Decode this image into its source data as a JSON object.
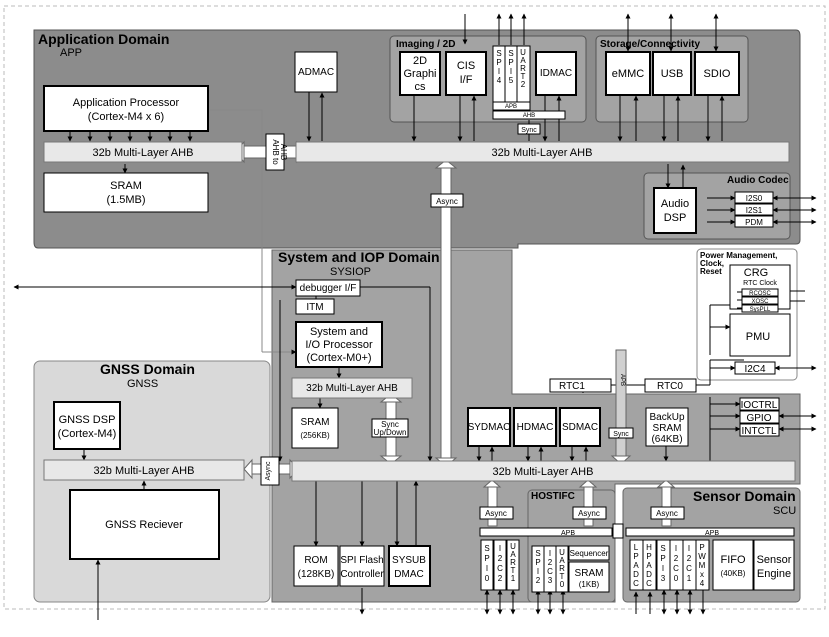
{
  "domains": {
    "app": {
      "title": "Application Domain",
      "subtitle": "APP"
    },
    "imaging": {
      "title": "Imaging / 2D"
    },
    "storage": {
      "title": "Storage/Connectivity"
    },
    "audio": {
      "title": "Audio Codec"
    },
    "sysiop": {
      "title": "System and IOP Domain",
      "subtitle": "SYSIOP"
    },
    "gnss": {
      "title": "GNSS Domain",
      "subtitle": "GNSS"
    },
    "power": {
      "title_lines": [
        "Power Management,",
        "Clock,",
        "Reset"
      ]
    },
    "hostifc": {
      "title": "HOSTIFC"
    },
    "sensor": {
      "title": "Sensor Domain",
      "subtitle": "SCU"
    }
  },
  "blocks": {
    "admac": "ADMAC",
    "app_processor": [
      "Application Processor",
      "(Cortex-M4 x 6)"
    ],
    "app_bus_left": "32b Multi-Layer AHB",
    "ahb_to_ahb": [
      "AHB to",
      "AHB"
    ],
    "app_bus_main": "32b Multi-Layer AHB",
    "app_sram": [
      "SRAM",
      "(1.5MB)"
    ],
    "graphics_2d": [
      "2D",
      "Graphi",
      "cs"
    ],
    "cis_if": [
      "CIS",
      "I/F"
    ],
    "spi4": [
      "S",
      "P",
      "I",
      "4"
    ],
    "spi5": [
      "S",
      "P",
      "I",
      "5"
    ],
    "uart2": [
      "U",
      "A",
      "R",
      "T",
      "2"
    ],
    "idmac": "IDMAC",
    "apb": "APB",
    "ahb": "AHB",
    "sync": "Sync",
    "emmc": "eMMC",
    "usb": "USB",
    "sdio": "SDIO",
    "audio_dsp": [
      "Audio",
      "DSP"
    ],
    "i2s0": "I2S0",
    "i2s1": "I2S1",
    "pdm": "PDM",
    "async": "Async",
    "debugger_if": "debugger I/F",
    "itm": "ITM",
    "sys_processor": [
      "System and",
      "I/O Processor",
      "(Cortex-M0+)"
    ],
    "sys_bus_small": "32b Multi-Layer AHB",
    "sys_sram": [
      "SRAM",
      "(256KB)"
    ],
    "sync_updown": [
      "Sync",
      "Up/Down"
    ],
    "crg": "CRG",
    "rtc_clock": "RTC Clock",
    "rcosc": "RCOSC",
    "xosc": "XOSC",
    "syspll": "SysPLL",
    "pmu": "PMU",
    "i2c4": "I2C4",
    "rtc1": "RTC1",
    "rtc0": "RTC0",
    "gnss_dsp": [
      "GNSS DSP",
      "(Cortex-M4)"
    ],
    "gnss_bus": "32b Multi-Layer AHB",
    "gnss_receiver": "GNSS Reciever",
    "sydmac": "SYDMAC",
    "hdmac": "HDMAC",
    "sdmac": "SDMAC",
    "backup_sram": [
      "BackUp",
      "SRAM",
      "(64KB)"
    ],
    "ioctrl": "IOCTRL",
    "gpio": "GPIO",
    "intctl": "INTCTL",
    "sys_bus_main": "32b Multi-Layer AHB",
    "rom": [
      "ROM",
      "(128KB)"
    ],
    "spi_flash": [
      "SPI Flash",
      "Controller"
    ],
    "sysub_dmac": [
      "SYSUB",
      "DMAC"
    ],
    "spi0": [
      "S",
      "P",
      "I",
      "0"
    ],
    "i2c2": [
      "I",
      "2",
      "C",
      "2"
    ],
    "uart1": [
      "U",
      "A",
      "R",
      "T",
      "1"
    ],
    "spi2": [
      "S",
      "P",
      "I",
      "2"
    ],
    "i2c3": [
      "I",
      "2",
      "C",
      "3"
    ],
    "uart0": [
      "U",
      "A",
      "R",
      "T",
      "0"
    ],
    "sequencer": "Sequencer",
    "host_sram": [
      "SRAM",
      "(1KB)"
    ],
    "lpadc": [
      "L",
      "P",
      "A",
      "D",
      "C"
    ],
    "hpadc": [
      "H",
      "P",
      "A",
      "D",
      "C"
    ],
    "spi3": [
      "S",
      "P",
      "I",
      "3"
    ],
    "i2c0": [
      "I",
      "2",
      "C",
      "0"
    ],
    "i2c1": [
      "I",
      "2",
      "C",
      "1"
    ],
    "pwm": [
      "P",
      "W",
      "M",
      "x",
      "4"
    ],
    "fifo": [
      "FIFO",
      "(40KB)"
    ],
    "sensor_engine": [
      "Sensor",
      "Engine"
    ]
  },
  "colors": {
    "domain_fill": "#8c8c8c",
    "domain_light": "#d9d9d9",
    "subdomain_fill": "#a3a3a3",
    "bus_fill": "#e8e8e8"
  }
}
